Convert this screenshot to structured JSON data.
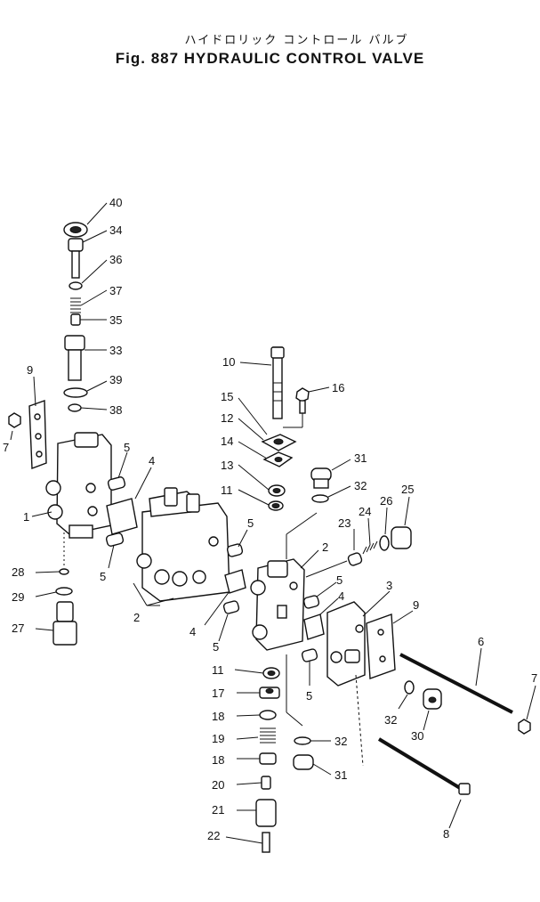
{
  "title": {
    "japanese": "ハイドロリック コントロール バルブ",
    "english": "Fig. 887 HYDRAULIC CONTROL VALVE"
  },
  "callouts": [
    {
      "id": "c40",
      "label": "40"
    },
    {
      "id": "c34",
      "label": "34"
    },
    {
      "id": "c36",
      "label": "36"
    },
    {
      "id": "c37",
      "label": "37"
    },
    {
      "id": "c35",
      "label": "35"
    },
    {
      "id": "c33",
      "label": "33"
    },
    {
      "id": "c39",
      "label": "39"
    },
    {
      "id": "c38",
      "label": "38"
    },
    {
      "id": "c9a",
      "label": "9"
    },
    {
      "id": "c7a",
      "label": "7"
    },
    {
      "id": "c1",
      "label": "1"
    },
    {
      "id": "c5a",
      "label": "5"
    },
    {
      "id": "c4a",
      "label": "4"
    },
    {
      "id": "c5b",
      "label": "5"
    },
    {
      "id": "c28",
      "label": "28"
    },
    {
      "id": "c29",
      "label": "29"
    },
    {
      "id": "c27",
      "label": "27"
    },
    {
      "id": "c2a",
      "label": "2"
    },
    {
      "id": "c5c",
      "label": "5"
    },
    {
      "id": "c4b",
      "label": "4"
    },
    {
      "id": "c5d",
      "label": "5"
    },
    {
      "id": "c10",
      "label": "10"
    },
    {
      "id": "c16",
      "label": "16"
    },
    {
      "id": "c15",
      "label": "15"
    },
    {
      "id": "c12",
      "label": "12"
    },
    {
      "id": "c14",
      "label": "14"
    },
    {
      "id": "c13",
      "label": "13"
    },
    {
      "id": "c11a",
      "label": "11"
    },
    {
      "id": "c31a",
      "label": "31"
    },
    {
      "id": "c32a",
      "label": "32"
    },
    {
      "id": "c25",
      "label": "25"
    },
    {
      "id": "c26",
      "label": "26"
    },
    {
      "id": "c24",
      "label": "24"
    },
    {
      "id": "c23",
      "label": "23"
    },
    {
      "id": "c2b",
      "label": "2"
    },
    {
      "id": "c5e",
      "label": "5"
    },
    {
      "id": "c4c",
      "label": "4"
    },
    {
      "id": "c3",
      "label": "3"
    },
    {
      "id": "c9b",
      "label": "9"
    },
    {
      "id": "c5f",
      "label": "5"
    },
    {
      "id": "c6",
      "label": "6"
    },
    {
      "id": "c7b",
      "label": "7"
    },
    {
      "id": "c11b",
      "label": "11"
    },
    {
      "id": "c17",
      "label": "17"
    },
    {
      "id": "c18a",
      "label": "18"
    },
    {
      "id": "c19",
      "label": "19"
    },
    {
      "id": "c18b",
      "label": "18"
    },
    {
      "id": "c20",
      "label": "20"
    },
    {
      "id": "c21",
      "label": "21"
    },
    {
      "id": "c22",
      "label": "22"
    },
    {
      "id": "c32b",
      "label": "32"
    },
    {
      "id": "c30",
      "label": "30"
    },
    {
      "id": "c32c",
      "label": "32"
    },
    {
      "id": "c31b",
      "label": "31"
    },
    {
      "id": "c8",
      "label": "8"
    }
  ]
}
